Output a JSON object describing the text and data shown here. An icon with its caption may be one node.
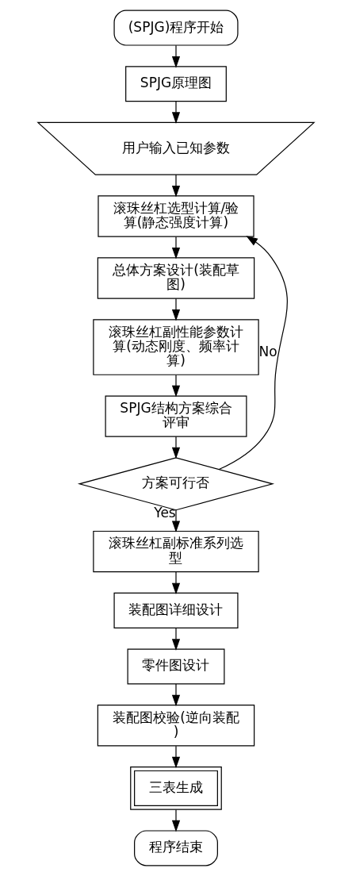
{
  "diagram": {
    "nodes": [
      {
        "text": [
          "(SPJG)程序开始"
        ]
      },
      {
        "text": [
          "SPJG原理图"
        ]
      },
      {
        "text": [
          "用户输入已知参数"
        ]
      },
      {
        "text": [
          "滚珠丝杠选型计算/验算(静态强度计算)"
        ]
      },
      {
        "text": [
          "总体方案设计(装配草图)"
        ]
      },
      {
        "text": [
          "滚珠丝杠副性能参数计算(动态刚度、频率计算)"
        ]
      },
      {
        "text": [
          "SPJG结构方案综合评审"
        ]
      },
      {
        "text": [
          "方案可行否"
        ]
      },
      {
        "text": [
          "滚珠丝杠副标准系列选型"
        ]
      },
      {
        "text": [
          "装配图详细设计"
        ]
      },
      {
        "text": [
          "零件图设计"
        ]
      },
      {
        "text": [
          "装配图校验(逆向装配)"
        ]
      },
      {
        "text": [
          "三表生成"
        ]
      },
      {
        "text": [
          "程序结束"
        ]
      }
    ],
    "edges": [
      {
        "from": 0,
        "to": 1,
        "arrow": "to"
      },
      {
        "from": 1,
        "to": 2,
        "arrow": "to"
      },
      {
        "from": 2,
        "to": 3,
        "arrow": "to"
      },
      {
        "from": 3,
        "to": 4,
        "arrow": "to"
      },
      {
        "from": 4,
        "to": 5,
        "arrow": "to"
      },
      {
        "from": 5,
        "to": 6,
        "arrow": "to"
      },
      {
        "from": 6,
        "to": 7,
        "arrow": "to"
      },
      {
        "from": 7,
        "to": 3,
        "arrow": "to",
        "label": "No"
      },
      {
        "from": 7,
        "to": 8,
        "arrow": "to",
        "label": "Yes"
      },
      {
        "from": 8,
        "to": 9,
        "arrow": "to"
      },
      {
        "from": 9,
        "to": 10,
        "arrow": "to"
      },
      {
        "from": 10,
        "to": 11,
        "arrow": "to"
      },
      {
        "from": 11,
        "to": 12,
        "arrow": "to"
      },
      {
        "from": 12,
        "to": 13,
        "arrow": "to"
      }
    ]
  }
}
